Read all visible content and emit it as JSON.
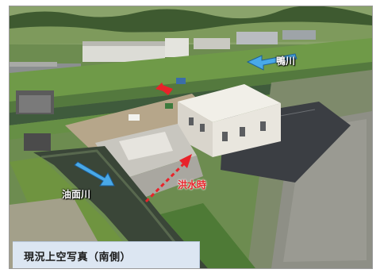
{
  "photo": {
    "labels": {
      "kamo_river": "鴨川",
      "yumen_river": "油面川",
      "flood_time": "洪水時"
    },
    "caption": "現況上空写真（南側）"
  },
  "colors": {
    "river_arrow": "#49a9e8",
    "flood_arrow": "#e8232a",
    "caption_bg": "#dce6f2"
  }
}
